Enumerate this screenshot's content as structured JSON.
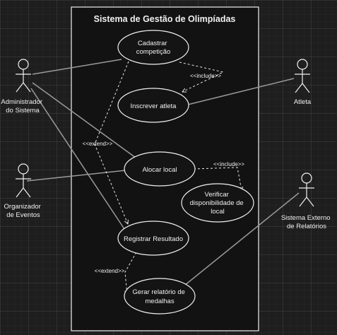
{
  "system": {
    "title": "Sistema de Gestão de Olimpíadas"
  },
  "actors": {
    "admin": [
      "Administrador",
      "do Sistema"
    ],
    "organizer": [
      "Organizador",
      "de Eventos"
    ],
    "athlete": [
      "Atleta"
    ],
    "external": [
      "Sistema Externo",
      "de Relatórios"
    ]
  },
  "use_cases": {
    "cadastrar": [
      "Cadastrar",
      "competição"
    ],
    "inscrever": [
      "Inscrever atleta"
    ],
    "alocar": [
      "Alocar local"
    ],
    "verificar": [
      "Verificar",
      "disponibilidade de",
      "local"
    ],
    "registrar": [
      "Registrar Resultado"
    ],
    "gerar": [
      "Gerar relatório de",
      "medalhas"
    ]
  },
  "relations": {
    "include_1": "<<include>>",
    "include_2": "<<include>>",
    "extend_1": "<<extend>>",
    "extend_2": "<<extend>>"
  },
  "colors": {
    "background": "#1e1e1e",
    "foreground": "#f0f0f0",
    "association": "#9a9a9a"
  }
}
